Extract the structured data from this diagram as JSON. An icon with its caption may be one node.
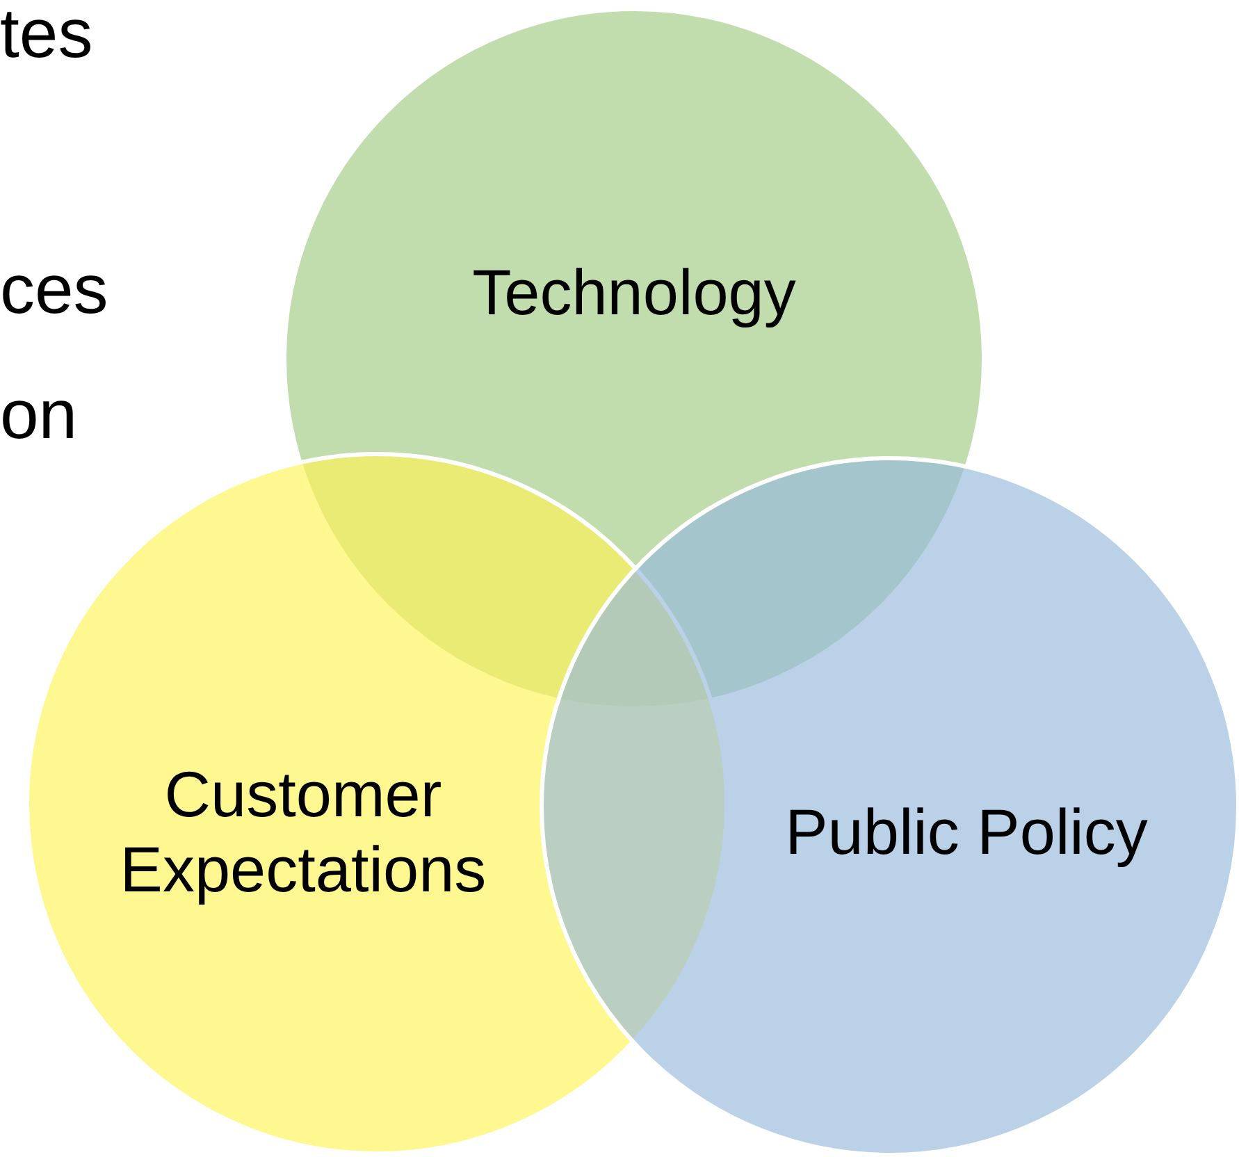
{
  "diagram": {
    "nodes": [
      {
        "text": [
          "Technology"
        ]
      },
      {
        "text": [
          "Customer Expectations"
        ]
      },
      {
        "text": [
          "Public Policy"
        ]
      }
    ],
    "labels": [
      "tes",
      "ces",
      "on"
    ]
  }
}
